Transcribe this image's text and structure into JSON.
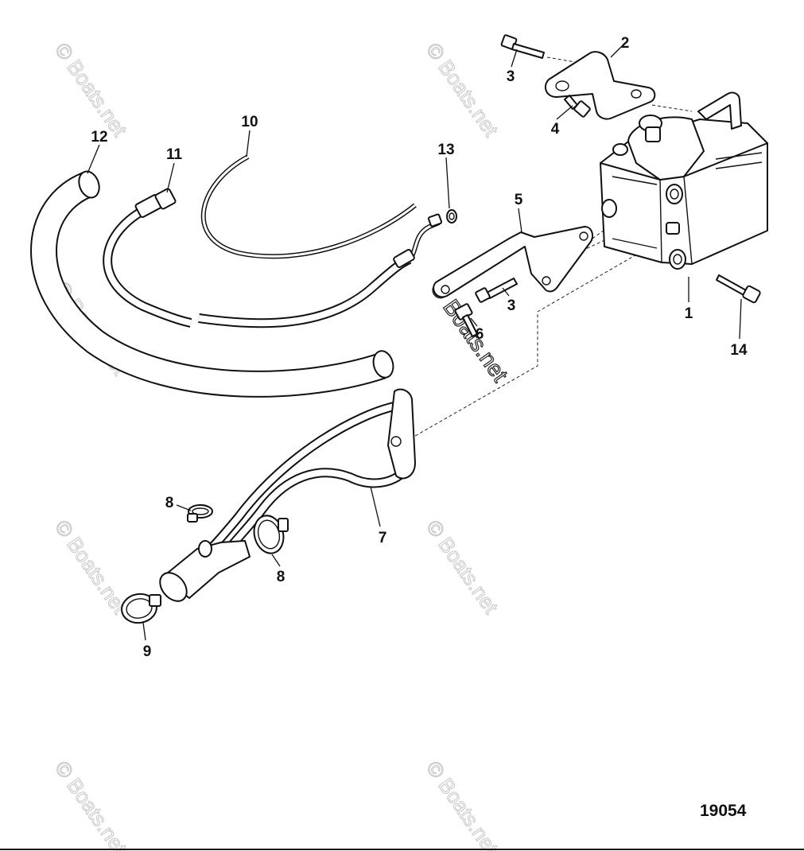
{
  "diagram": {
    "figure_number": "19054",
    "watermark": "© Boats.net",
    "callouts": [
      "1",
      "2",
      "3",
      "3",
      "4",
      "5",
      "6",
      "7",
      "8",
      "8",
      "9",
      "10",
      "11",
      "12",
      "13",
      "14"
    ]
  }
}
